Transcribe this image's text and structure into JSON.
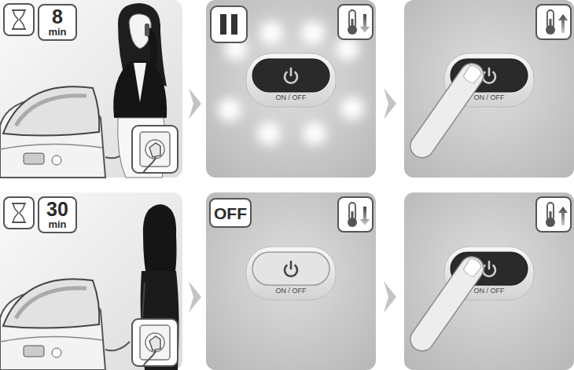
{
  "diagram": {
    "nodes": [
      {
        "text": [
          "8",
          "min"
        ]
      },
      {
        "text": [
          "ON / OFF"
        ]
      },
      {
        "text": [
          "ON / OFF"
        ]
      },
      {
        "text": [
          "30",
          "min"
        ]
      },
      {
        "text": [
          "OFF"
        ]
      },
      {
        "text": [
          "ON / OFF"
        ]
      },
      {
        "text": [
          "ON / OFF"
        ]
      }
    ]
  }
}
